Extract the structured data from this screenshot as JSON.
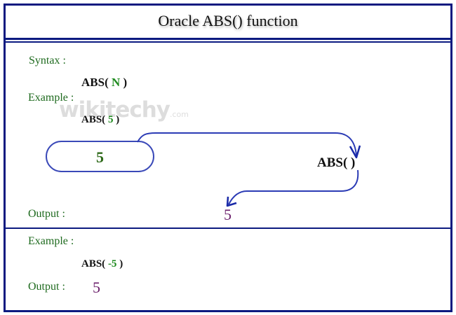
{
  "title": "Oracle ABS() function",
  "syntax": {
    "label": "Syntax :",
    "fn_open": "ABS( ",
    "arg": "N",
    "fn_close": " )"
  },
  "example1": {
    "label": "Example :",
    "fn_open": "ABS( ",
    "arg": "5",
    "fn_close": " )",
    "input_value": "5",
    "function_box": "ABS(  )",
    "output_label": "Output :",
    "output_value": "5"
  },
  "example2": {
    "label": "Example :",
    "fn_open": "ABS( ",
    "arg": "-5",
    "fn_close": " )",
    "output_label": "Output :",
    "output_value": "5"
  },
  "watermark": {
    "text": "wikitechy",
    "domain": ".com"
  },
  "colors": {
    "border": "#0c1a80",
    "arrow": "#2b3bb5",
    "label": "#1e6a1e",
    "arg": "#1e8a1e",
    "output": "#6a1e6a"
  }
}
